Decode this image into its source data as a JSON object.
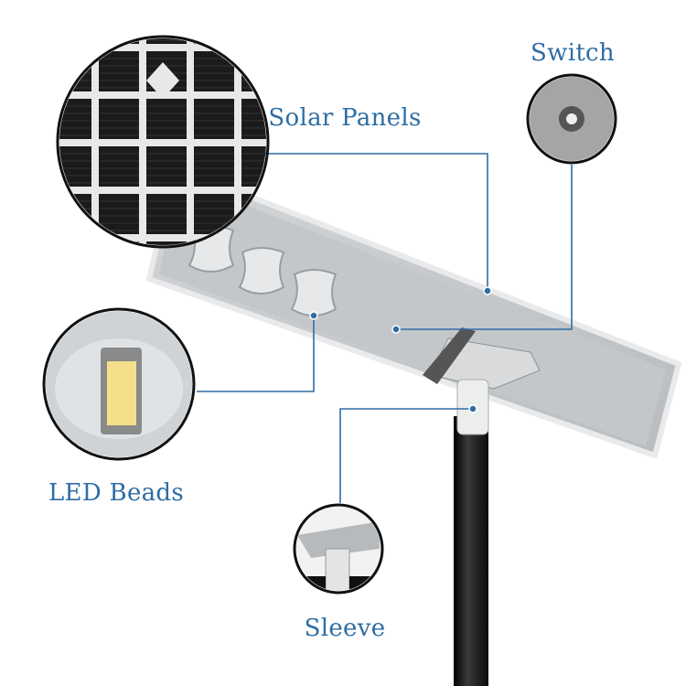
{
  "labels": {
    "switch": "Switch",
    "solar_panels": "Solar Panels",
    "led_beads": "LED Beads",
    "sleeve": "Sleeve"
  },
  "colors": {
    "label": "#2e6da4",
    "leader": "#2e6da4",
    "pole": "#1a1a1a",
    "housing": "#c9ccce"
  }
}
